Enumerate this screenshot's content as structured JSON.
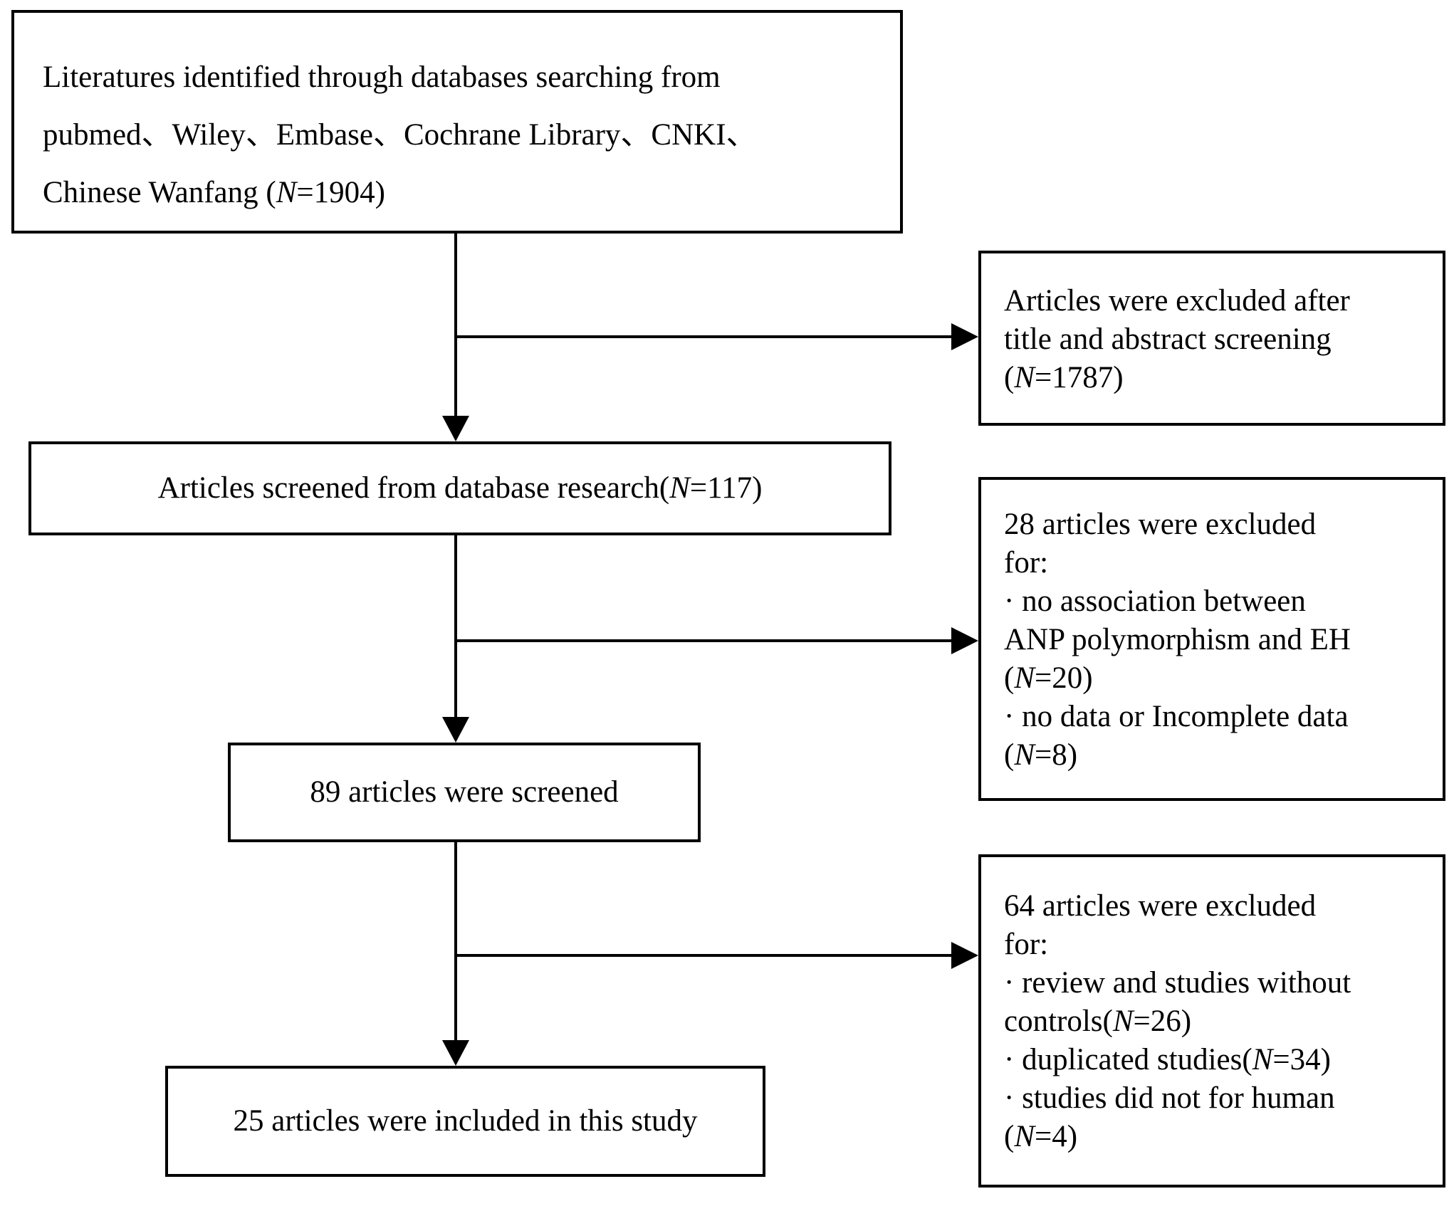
{
  "colors": {
    "ink": "#000000",
    "paper": "#ffffff"
  },
  "flowchart": {
    "description": "Literature screening flow diagram",
    "counts": {
      "identified": 1904,
      "excluded_title_abstract": 1787,
      "screened_database": 117,
      "excluded_stage2_total": 28,
      "excluded_no_association": 20,
      "excluded_no_data": 8,
      "screened_articles": 89,
      "excluded_stage3_total": 64,
      "excluded_review_no_controls": 26,
      "excluded_duplicated": 34,
      "excluded_not_human": 4,
      "included": 25
    }
  },
  "boxes": {
    "b1": {
      "lines": [
        [
          {
            "t": "Literatures identified through databases searching from"
          }
        ],
        [
          {
            "t": "pubmed、Wiley、Embase、Cochrane Library、CNKI、"
          }
        ],
        [
          {
            "t": "Chinese Wanfang  ("
          },
          {
            "t": "N",
            "i": true
          },
          {
            "t": "=1904)"
          }
        ]
      ]
    },
    "rb1": {
      "lines": [
        [
          {
            "t": "Articles were excluded after"
          }
        ],
        [
          {
            "t": "title and abstract screening"
          }
        ],
        [
          {
            "t": "("
          },
          {
            "t": "N",
            "i": true
          },
          {
            "t": "=1787)"
          }
        ]
      ]
    },
    "b2": {
      "lines": [
        [
          {
            "t": "Articles screened from database research("
          },
          {
            "t": "N",
            "i": true
          },
          {
            "t": "=117)"
          }
        ]
      ]
    },
    "rb2": {
      "lines": [
        [
          {
            "t": "28 articles were excluded"
          }
        ],
        [
          {
            "t": "for:"
          }
        ],
        [
          {
            "t": "· no association between"
          }
        ],
        [
          {
            "t": "ANP polymorphism and EH"
          }
        ],
        [
          {
            "t": "("
          },
          {
            "t": "N",
            "i": true
          },
          {
            "t": "=20)"
          }
        ],
        [
          {
            "t": "· no data or Incomplete data"
          }
        ],
        [
          {
            "t": "("
          },
          {
            "t": "N",
            "i": true
          },
          {
            "t": "=8)"
          }
        ]
      ]
    },
    "b3": {
      "lines": [
        [
          {
            "t": "89 articles were screened"
          }
        ]
      ]
    },
    "rb3": {
      "lines": [
        [
          {
            "t": "64 articles were excluded"
          }
        ],
        [
          {
            "t": "for:"
          }
        ],
        [
          {
            "t": "· review and studies without"
          }
        ],
        [
          {
            "t": "controls("
          },
          {
            "t": "N",
            "i": true
          },
          {
            "t": "=26)"
          }
        ],
        [
          {
            "t": "· duplicated studies("
          },
          {
            "t": "N",
            "i": true
          },
          {
            "t": "=34)"
          }
        ],
        [
          {
            "t": "· studies did not for human"
          }
        ],
        [
          {
            "t": "("
          },
          {
            "t": "N",
            "i": true
          },
          {
            "t": "=4)"
          }
        ]
      ]
    },
    "b4": {
      "lines": [
        [
          {
            "t": "25 articles were included in this study"
          }
        ]
      ]
    }
  }
}
